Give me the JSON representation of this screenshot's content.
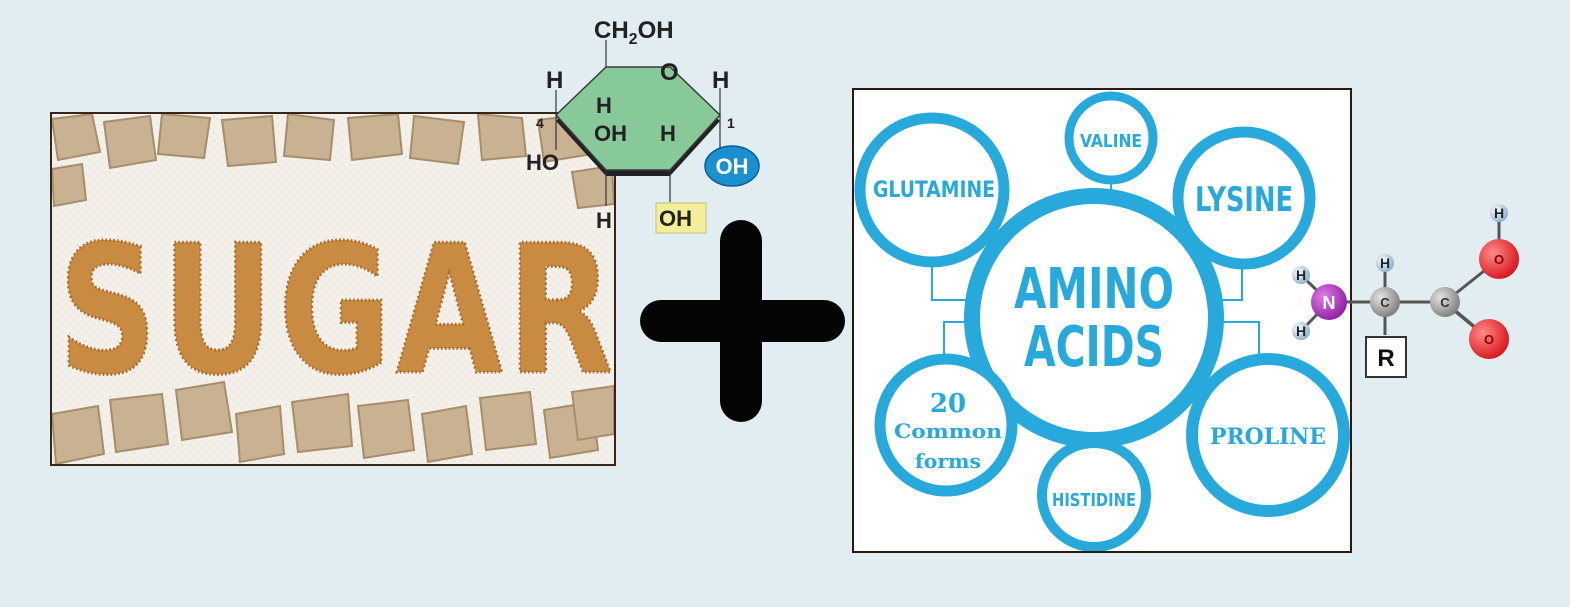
{
  "sugar_photo": {
    "word": "SUGAR"
  },
  "glucose": {
    "ch2oh": "CH",
    "ch2oh_sub": "2",
    "ch2oh_end": "OH",
    "ring_o": "O",
    "h_top_left": "H",
    "h_top_right": "H",
    "h_inner": "H",
    "oh_inner": "OH",
    "h_inner_right": "H",
    "ho_left": "HO",
    "h_bottom": "H",
    "oh_bottom": "OH",
    "oh_anomeric": "OH",
    "carbon_4": "4",
    "carbon_1": "1",
    "colors": {
      "ring": "#88c99a",
      "anomeric": "#1b8fd0",
      "highlight": "#f4ee9a"
    }
  },
  "amino_panel": {
    "center_top": "AMINO",
    "center_bottom": "ACIDS",
    "valine": "VALINE",
    "glutamine": "GLUTAMINE",
    "lysine": "LYSINE",
    "common_1": "20",
    "common_2": "Common",
    "common_3": "forms",
    "proline": "PROLINE",
    "histidine": "HISTIDINE",
    "colors": {
      "circle": "#28a9dc"
    }
  },
  "amino_structure": {
    "n": "N",
    "c_alpha": "C",
    "c_carboxyl": "C",
    "o_top": "O",
    "o_bottom": "O",
    "h": "H",
    "r_group": "R",
    "colors": {
      "nitrogen": "#8e1ea0",
      "oxygen": "#d8151b",
      "carbon": "#8a8a8a",
      "hydrogen": "#a9c4dc"
    }
  }
}
